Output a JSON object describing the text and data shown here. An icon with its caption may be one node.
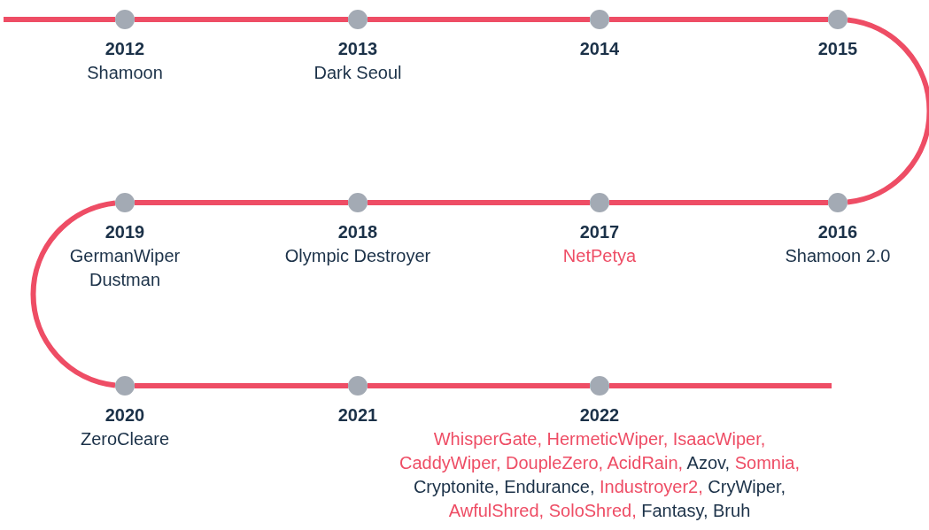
{
  "diagram": {
    "nodes": [
      {
        "text": [],
        "shape": "circle",
        "beside": [
          "2012",
          "Shamoon"
        ]
      },
      {
        "text": [],
        "shape": "circle",
        "beside": [
          "2013",
          "Dark Seoul"
        ]
      },
      {
        "text": [],
        "shape": "circle",
        "beside": [
          "2014"
        ]
      },
      {
        "text": [],
        "shape": "circle",
        "beside": [
          "2015"
        ]
      },
      {
        "text": [],
        "shape": "circle",
        "beside": [
          "2016",
          "Shamoon 2.0"
        ]
      },
      {
        "text": [],
        "shape": "circle",
        "beside": [
          "2017",
          "NetPetya"
        ]
      },
      {
        "text": [],
        "shape": "circle",
        "beside": [
          "2018",
          "Olympic Destroyer"
        ]
      },
      {
        "text": [],
        "shape": "circle",
        "beside": [
          "2019",
          "GermanWiper",
          "Dustman"
        ]
      },
      {
        "text": [],
        "shape": "circle",
        "beside": [
          "2020",
          "ZeroCleare"
        ]
      },
      {
        "text": [],
        "shape": "circle",
        "beside": [
          "2021"
        ]
      },
      {
        "text": [],
        "shape": "circle",
        "beside": [
          "2022",
          "WhisperGate, HermeticWiper, IsaacWiper, CaddyWiper, DoupleZero, AcidRain,",
          "Azov,",
          "Somnia,",
          "Cryptonite, Endurance,",
          "Industroyer2,",
          "CryWiper,",
          "AwfulShred, SoloShred,",
          "Fantasy, Bruh"
        ]
      }
    ],
    "edges": [
      {
        "from": null,
        "to": 0,
        "arrow": "none"
      },
      {
        "from": 0,
        "to": 1,
        "arrow": "none"
      },
      {
        "from": 1,
        "to": 2,
        "arrow": "none"
      },
      {
        "from": 2,
        "to": 3,
        "arrow": "none"
      },
      {
        "from": 3,
        "to": 4,
        "arrow": "none"
      },
      {
        "from": 4,
        "to": 5,
        "arrow": "none"
      },
      {
        "from": 5,
        "to": 6,
        "arrow": "none"
      },
      {
        "from": 6,
        "to": 7,
        "arrow": "none"
      },
      {
        "from": 7,
        "to": 8,
        "arrow": "none"
      },
      {
        "from": 8,
        "to": 9,
        "arrow": "none"
      },
      {
        "from": 9,
        "to": 10,
        "arrow": "none"
      },
      {
        "from": 10,
        "to": null,
        "arrow": "none"
      }
    ]
  }
}
